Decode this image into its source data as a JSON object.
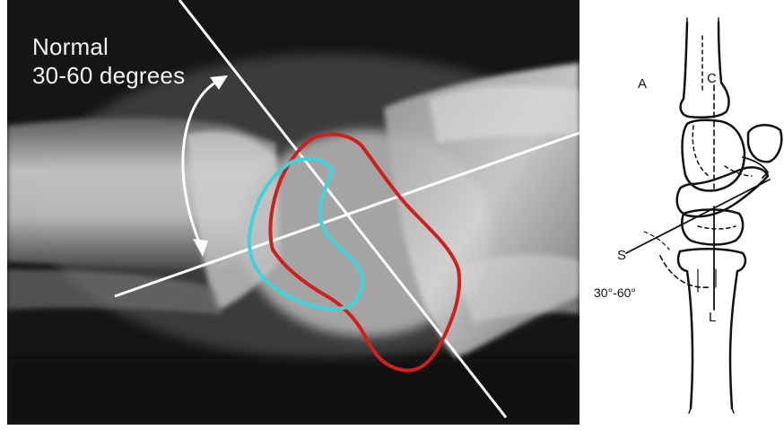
{
  "xray": {
    "label_line1": "Normal",
    "label_line2": "30-60 degrees",
    "colors": {
      "scaphoid_outline": "#d0201c",
      "lunate_outline": "#3fd4dc",
      "axis_lines": "#ffffff",
      "angle_arrow": "#ffffff"
    }
  },
  "diagram": {
    "label_a": "A",
    "label_c": "C",
    "label_s": "S",
    "label_l": "L",
    "angle_text": "30°-60°"
  }
}
